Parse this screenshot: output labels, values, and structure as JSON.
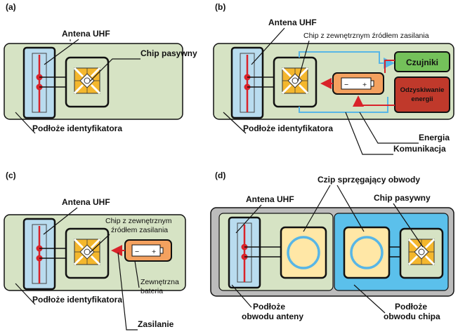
{
  "colors": {
    "substrate": "#d6e3c4",
    "antenna": "#b9dcef",
    "antenna_line": "#d9232a",
    "chip_die": "#f4b72d",
    "battery": "#f4a15f",
    "sensors": "#74c15a",
    "harvest": "#c0392b",
    "outer_gray": "#bcbcbc",
    "blue_chip_area": "#5bc0eb",
    "ring": "#58b6e6",
    "ring_fill": "#ffe7a6"
  },
  "panels": {
    "a": {
      "tag": "(a)",
      "antenna_label": "Antena UHF",
      "chip_label": "Chip pasywny",
      "substrate_label": "Podłoże identyfikatora"
    },
    "b": {
      "tag": "(b)",
      "antenna_label": "Antena UHF",
      "chip_label": "Chip z zewnętrznym źródłem zasilania",
      "sensors_label": "Czujniki",
      "harvest_label_1": "Odzyskiwanie",
      "harvest_label_2": "energii",
      "substrate_label": "Podłoże identyfikatora",
      "energy_label": "Energia",
      "comm_label": "Komunikacja"
    },
    "c": {
      "tag": "(c)",
      "antenna_label": "Antena UHF",
      "chip_label_1": "Chip z zewnętrznym",
      "chip_label_2": "źródłem zasilania",
      "substrate_label": "Podłoże identyfikatora",
      "battery_label_1": "Zewnętrzna",
      "battery_label_2": "bateria",
      "power_label": "Zasilanie"
    },
    "d": {
      "tag": "(d)",
      "coupling_label": "Czip sprzęgający obwody",
      "antenna_label": "Antena UHF",
      "chip_label": "Chip pasywny",
      "antenna_sub_1": "Podłoże",
      "antenna_sub_2": "obwodu anteny",
      "chip_sub_1": "Podłoże",
      "chip_sub_2": "obwodu chipa"
    }
  },
  "battery_marks": {
    "minus": "−",
    "plus": "+"
  }
}
